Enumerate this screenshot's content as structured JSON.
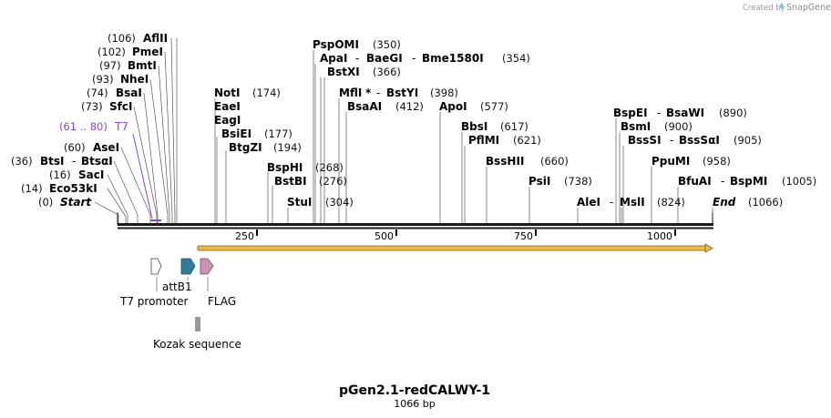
{
  "credit": {
    "prefix": "Created by",
    "brand": "SnapGene"
  },
  "map": {
    "title": "pGen2.1-redCALWY-1",
    "length_label": "1066 bp",
    "total_bp": 1066,
    "ruler_ticks": [
      "250",
      "500",
      "750",
      "1000"
    ],
    "start_label": "Start",
    "start_pos": "(0)",
    "end_label": "End",
    "end_pos": "(1066)"
  },
  "sites": [
    {
      "id": "eco53ki",
      "names": [
        "Eco53kI"
      ],
      "pos": "(14)"
    },
    {
      "id": "saci",
      "names": [
        "SacI"
      ],
      "pos": "(16)"
    },
    {
      "id": "btsi",
      "names": [
        "BtsI",
        "BtsαI"
      ],
      "pos": "(36)"
    },
    {
      "id": "asei",
      "names": [
        "AseI"
      ],
      "pos": "(60)"
    },
    {
      "id": "t7",
      "names": [
        "T7"
      ],
      "pos": "(61 .. 80)",
      "color": "#8e44d6"
    },
    {
      "id": "sfci",
      "names": [
        "SfcI"
      ],
      "pos": "(73)"
    },
    {
      "id": "bsai",
      "names": [
        "BsaI"
      ],
      "pos": "(74)"
    },
    {
      "id": "nhei",
      "names": [
        "NheI"
      ],
      "pos": "(93)"
    },
    {
      "id": "bmti",
      "names": [
        "BmtI"
      ],
      "pos": "(97)"
    },
    {
      "id": "pmei",
      "names": [
        "PmeI"
      ],
      "pos": "(102)"
    },
    {
      "id": "aflii",
      "names": [
        "AflII"
      ],
      "pos": "(106)"
    },
    {
      "id": "noti",
      "names": [
        "NotI"
      ],
      "pos": "(174)"
    },
    {
      "id": "eaei",
      "names": [
        "EaeI"
      ],
      "pos": ""
    },
    {
      "id": "eagi",
      "names": [
        "EagI"
      ],
      "pos": ""
    },
    {
      "id": "bsiei",
      "names": [
        "BsiEI"
      ],
      "pos": "(177)"
    },
    {
      "id": "btgzi",
      "names": [
        "BtgZI"
      ],
      "pos": "(194)"
    },
    {
      "id": "bsphi",
      "names": [
        "BspHI"
      ],
      "pos": "(268)"
    },
    {
      "id": "bstbi",
      "names": [
        "BstBI"
      ],
      "pos": "(276)"
    },
    {
      "id": "stui",
      "names": [
        "StuI"
      ],
      "pos": "(304)"
    },
    {
      "id": "pspomi",
      "names": [
        "PspOMI"
      ],
      "pos": "(350)"
    },
    {
      "id": "apai",
      "names": [
        "ApaI",
        "BaeGI",
        "Bme1580I"
      ],
      "pos": "(354)"
    },
    {
      "id": "bstxi",
      "names": [
        "BstXI"
      ],
      "pos": "(366)"
    },
    {
      "id": "mfli",
      "names": [
        "MflI",
        "BstYI"
      ],
      "marker": "*",
      "pos": "(398)"
    },
    {
      "id": "bsaai",
      "names": [
        "BsaAI"
      ],
      "pos": "(412)"
    },
    {
      "id": "apoi",
      "names": [
        "ApoI"
      ],
      "pos": "(577)"
    },
    {
      "id": "bbsi",
      "names": [
        "BbsI"
      ],
      "pos": "(617)"
    },
    {
      "id": "pflmi",
      "names": [
        "PflMI"
      ],
      "pos": "(621)"
    },
    {
      "id": "bsshii",
      "names": [
        "BssHII"
      ],
      "pos": "(660)"
    },
    {
      "id": "psii",
      "names": [
        "PsiI"
      ],
      "pos": "(738)"
    },
    {
      "id": "alei",
      "names": [
        "AleI",
        "MslI"
      ],
      "pos": "(824)"
    },
    {
      "id": "bspei",
      "names": [
        "BspEI",
        "BsaWI"
      ],
      "pos": "(890)"
    },
    {
      "id": "bsmi",
      "names": [
        "BsmI"
      ],
      "pos": "(900)"
    },
    {
      "id": "bsssi",
      "names": [
        "BssSI",
        "BssSαI"
      ],
      "pos": "(905)"
    },
    {
      "id": "ppumi",
      "names": [
        "PpuMI"
      ],
      "pos": "(958)"
    },
    {
      "id": "bfuai",
      "names": [
        "BfuAI",
        "BspMI"
      ],
      "pos": "(1005)"
    }
  ],
  "features": [
    {
      "id": "t7-promoter",
      "label": "T7 promoter",
      "color": "#ffffff"
    },
    {
      "id": "attb1",
      "label": "attB1",
      "color": "#2e7d9a"
    },
    {
      "id": "flag",
      "label": "FLAG",
      "color": "#c895b0"
    },
    {
      "id": "kozak",
      "label": "Kozak sequence",
      "color": "#9a9a9a"
    }
  ],
  "orf": {
    "color": "#f0b84a",
    "border": "#7a5a20"
  }
}
